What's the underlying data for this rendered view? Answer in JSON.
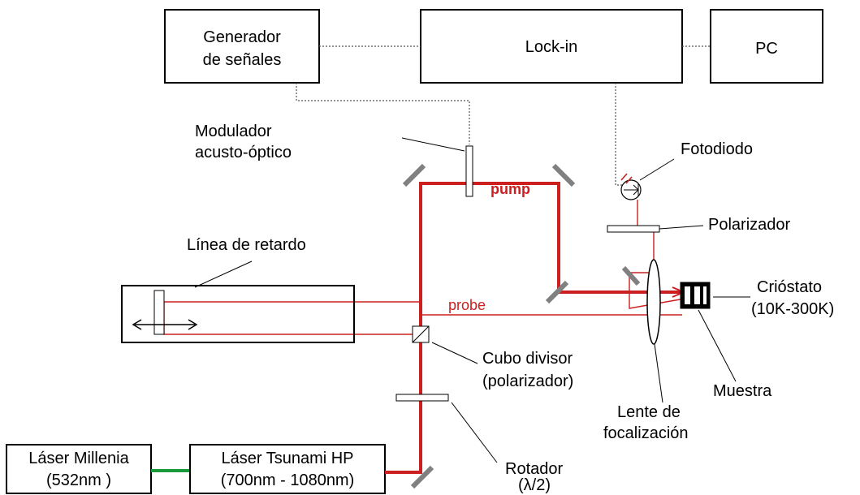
{
  "boxes": {
    "generator_line1": "Generador",
    "generator_line2": "de señales",
    "lockin": "Lock-in",
    "pc": "PC",
    "millenia_line1": "Láser Millenia",
    "millenia_line2": "(532nm )",
    "tsunami_line1": "Láser Tsunami HP",
    "tsunami_line2": "(700nm - 1080nm)"
  },
  "labels": {
    "modulator_line1": "Modulador",
    "modulator_line2": "acusto-óptico",
    "photodiode": "Fotodiodo",
    "polarizer": "Polarizador",
    "delay_line": "Línea de retardo",
    "cryostat_line1": "Crióstato",
    "cryostat_line2": "(10K-300K)",
    "cube_line1": "Cubo divisor",
    "cube_line2": "(polarizador)",
    "sample": "Muestra",
    "lens_line1": "Lente de",
    "lens_line2": "focalización",
    "rotator_line1": "Rotador",
    "rotator_line2": "(λ/2)"
  },
  "beams": {
    "pump": "pump",
    "probe": "probe"
  },
  "colors": {
    "beam": "#cc2020",
    "pump_laser_link": "#1a9a3a",
    "mirror": "#808080",
    "signal_cable": "#555555"
  }
}
